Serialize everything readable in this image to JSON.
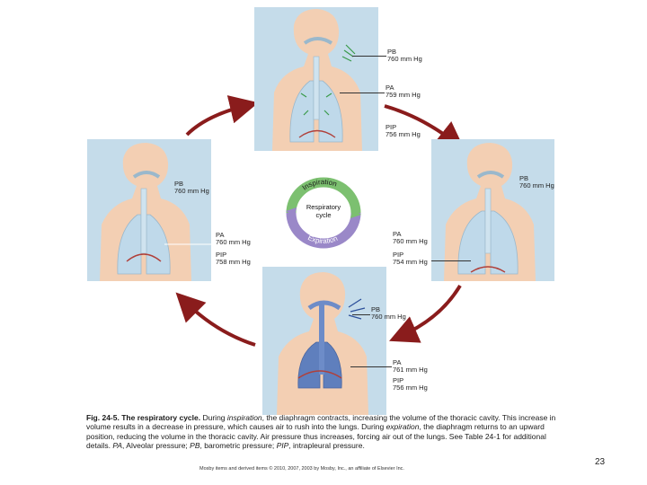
{
  "top_panel": {
    "pb_label": "PB",
    "pb_value": "760 mm Hg",
    "pa_label": "PA",
    "pa_value": "759 mm Hg",
    "pip_label": "PIP",
    "pip_value": "756 mm Hg"
  },
  "left_panel": {
    "pb_label": "PB",
    "pb_value": "760 mm Hg",
    "pa_label": "PA",
    "pa_value": "760 mm Hg",
    "pip_label": "PIP",
    "pip_value": "758 mm Hg"
  },
  "right_panel": {
    "pb_label": "PB",
    "pb_value": "760 mm Hg",
    "pa_label": "PA",
    "pa_value": "760 mm Hg",
    "pip_label": "PIP",
    "pip_value": "754 mm Hg"
  },
  "bottom_panel": {
    "pb_label": "PB",
    "pb_value": "760 mm Hg",
    "pa_label": "PA",
    "pa_value": "761 mm Hg",
    "pip_label": "PIP",
    "pip_value": "756 mm Hg"
  },
  "cycle": {
    "center_line1": "Respiratory",
    "center_line2": "cycle",
    "inspiration": "Inspiration",
    "expiration": "Expiration",
    "colors": {
      "inspiration": "#7cc070",
      "expiration": "#9a88c8",
      "arrow": "#8a1c1c"
    }
  },
  "caption": {
    "fig": "Fig. 24-5.",
    "title": "The respiratory cycle.",
    "t1": "During",
    "insp": "inspiration",
    "t2": ", the diaphragm contracts, increasing the volume of the thoracic cavity. This increase in volume results in a decrease in pressure, which causes air to rush into the lungs. During",
    "exp": "expiration",
    "t3": ", the diaphragm returns to an upward position, reducing the volume in the thoracic cavity. Air pressure thus increases, forcing air out of the lungs. See Table 24-1 for additional details.",
    "pa_sym": "PA",
    "t4": ", Alveolar pressure;",
    "pb_sym": "PB",
    "t5": ", barometric pressure;",
    "pip_sym": "PIP",
    "t6": ", intrapleural pressure."
  },
  "credit": "Mosby items and derived items © 2010, 2007, 2003 by Mosby, Inc., an affiliate of Elsevier Inc.",
  "page_number": "23"
}
